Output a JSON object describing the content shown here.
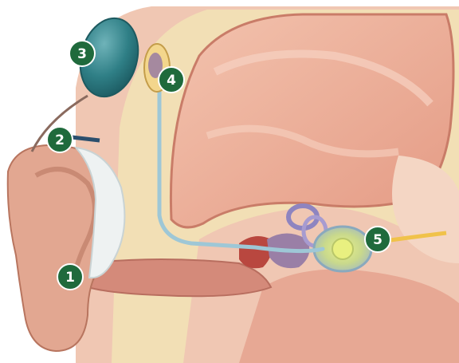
{
  "diagram": {
    "markers": [
      {
        "id": "1",
        "label": "1"
      },
      {
        "id": "2",
        "label": "2"
      },
      {
        "id": "3",
        "label": "3"
      },
      {
        "id": "4",
        "label": "4"
      },
      {
        "id": "5",
        "label": "5"
      }
    ]
  },
  "colors": {
    "badge": "#1f6a3c",
    "skin": "#e7b8a2",
    "brain": "#e9a891",
    "bone": "#f2dfb5",
    "transmitter": "#2f7f86",
    "wire": "#9ec7d6",
    "nerve": "#f0c24a"
  },
  "icons": [
    "ear-anatomy-illustration"
  ]
}
